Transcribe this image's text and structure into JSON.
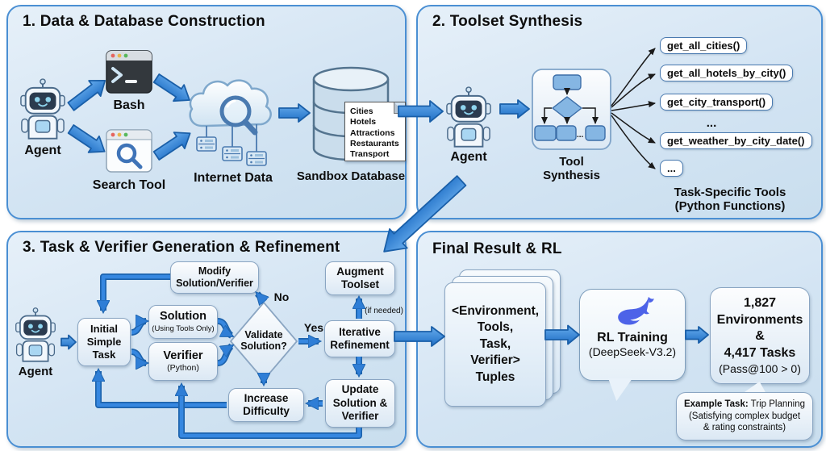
{
  "colors": {
    "panel_fill": "#d9e8f6",
    "panel_border": "#4a8fd3",
    "arrow_blue": "#2f81d9",
    "arrow_outline": "#1a5fa8",
    "node_border": "#8aa5c2",
    "deepseek_blue": "#4d63e8",
    "text": "#0d0d0d"
  },
  "panel1": {
    "title": "1. Data & Database Construction",
    "agent_label": "Agent",
    "bash_label": "Bash",
    "search_label": "Search Tool",
    "internet_label": "Internet Data",
    "database_label": "Sandbox Database",
    "database_note": "Cities\nHotels\nAttractions\nRestaurants\nTransport"
  },
  "panel2": {
    "title": "2. Toolset Synthesis",
    "agent_label": "Agent",
    "tool_box_label": "Tool\nSynthesis",
    "tools": [
      "get_all_cities()",
      "get_all_hotels_by_city()",
      "get_city_transport()",
      "...",
      "get_weather_by_city_date()",
      "..."
    ],
    "caption": "Task-Specific Tools\n(Python Functions)"
  },
  "panel3": {
    "title": "3. Task & Verifier Generation & Refinement",
    "agent_label": "Agent",
    "initial_task": "Initial\nSimple\nTask",
    "modify": "Modify\nSolution/Verifier",
    "solution": "Solution",
    "solution_sub": "(Using Tools Only)",
    "verifier": "Verifier",
    "verifier_sub": "(Python)",
    "validate": "Validate\nSolution?",
    "no_label": "No",
    "yes_label": "Yes",
    "augment": "Augment\nToolset",
    "if_needed": "(if needed)",
    "iterative": "Iterative\nRefinement",
    "update": "Update\nSolution &\nVerifier",
    "increase": "Increase\nDifficulty"
  },
  "panel4": {
    "title": "Final Result & RL",
    "tuples": "<Environment,\nTools,\nTask,\nVerifier>\nTuples",
    "rl_training": "RL Training",
    "rl_model": "(DeepSeek-V3.2)",
    "results": "1,827\nEnvironments\n&\n4,417 Tasks",
    "results_sub": "(Pass@100 > 0)",
    "example_bold": "Example Task:",
    "example_task": " Trip Planning",
    "example_sub": "(Satisfying complex budget\n& rating constraints)"
  }
}
